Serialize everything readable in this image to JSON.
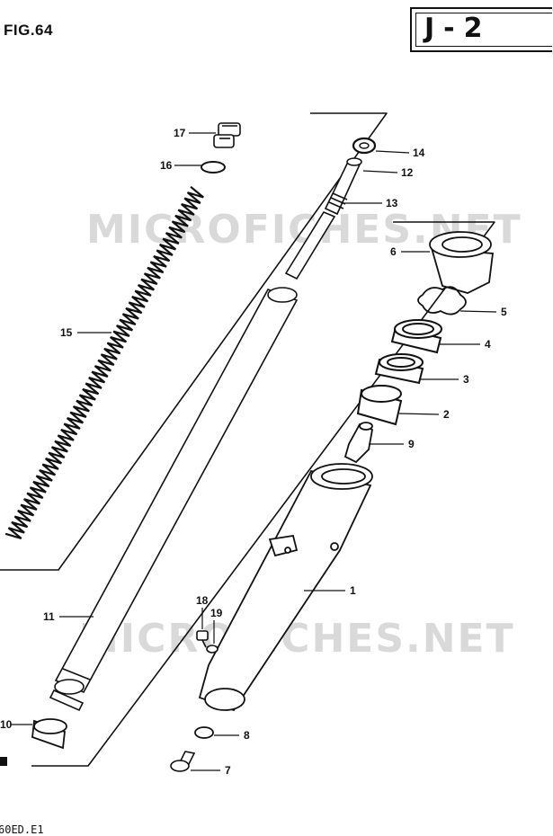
{
  "figure": {
    "title": "FIG.64",
    "section_code": "J-2",
    "footer_code": "60ED.E1"
  },
  "watermark": "MICROFICHES.NET",
  "colors": {
    "ink": "#111111",
    "watermark": "#d9d9d9",
    "background": "#ffffff"
  },
  "callouts": [
    {
      "id": "17",
      "label": "17"
    },
    {
      "id": "16",
      "label": "16"
    },
    {
      "id": "15",
      "label": "15"
    },
    {
      "id": "14",
      "label": "14"
    },
    {
      "id": "12",
      "label": "12"
    },
    {
      "id": "13",
      "label": "13"
    },
    {
      "id": "6",
      "label": "6"
    },
    {
      "id": "5",
      "label": "5"
    },
    {
      "id": "4",
      "label": "4"
    },
    {
      "id": "3",
      "label": "3"
    },
    {
      "id": "2",
      "label": "2"
    },
    {
      "id": "9",
      "label": "9"
    },
    {
      "id": "1",
      "label": "1"
    },
    {
      "id": "11",
      "label": "11"
    },
    {
      "id": "18",
      "label": "18"
    },
    {
      "id": "19",
      "label": "19"
    },
    {
      "id": "10",
      "label": "10"
    },
    {
      "id": "8",
      "label": "8"
    },
    {
      "id": "7",
      "label": "7"
    }
  ]
}
